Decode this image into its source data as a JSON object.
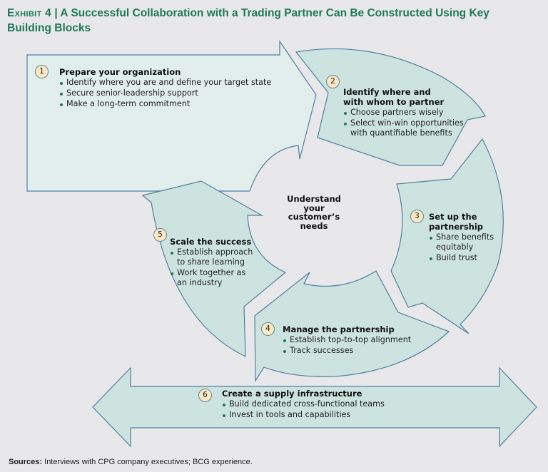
{
  "title": {
    "exhibit_label": "Exhibit 4",
    "separator": "|",
    "text": "A Successful Collaboration with a Trading Partner Can Be Constructed Using Key Building Blocks"
  },
  "colors": {
    "title_green": "#1e7a55",
    "shape_fill_light": "#e3efee",
    "shape_fill": "#cde3df",
    "shape_stroke": "#4f7fa3",
    "number_badge_fill": "#fbe8c2",
    "bullet_green": "#1f7a52",
    "background": "#e8e8ea"
  },
  "center": {
    "text_lines": [
      "Understand",
      "your",
      "customer’s",
      "needs"
    ]
  },
  "blocks": [
    {
      "number": "1",
      "heading": "Prepare your organization",
      "bullets": [
        "Identify where you are and define your target state",
        "Secure senior-leadership support",
        "Make a long-term commitment"
      ]
    },
    {
      "number": "2",
      "heading_lines": [
        "Identify where and",
        "with whom to partner"
      ],
      "bullets": [
        "Choose partners wisely",
        "Select win-win opportunities with quantifiable benefits"
      ]
    },
    {
      "number": "3",
      "heading_lines": [
        "Set up the",
        "partnership"
      ],
      "bullets": [
        "Share benefits equitably",
        "Build trust"
      ]
    },
    {
      "number": "4",
      "heading": "Manage the partnership",
      "bullets": [
        "Establish top-to-top alignment",
        "Track successes"
      ]
    },
    {
      "number": "5",
      "heading": "Scale the success",
      "bullets": [
        "Establish approach to share learning",
        "Work together as an industry"
      ]
    },
    {
      "number": "6",
      "heading": "Create a supply infrastructure",
      "bullets": [
        "Build dedicated cross-functional teams",
        "Invest in tools and capabilities"
      ]
    }
  ],
  "sources": {
    "label": "Sources:",
    "text": " Interviews with CPG company executives; BCG experience."
  }
}
